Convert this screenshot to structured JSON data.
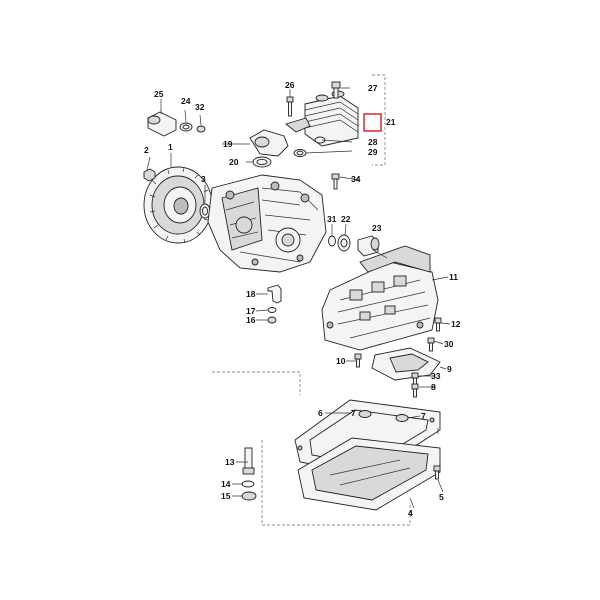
{
  "diagram": {
    "highlight_color": "#e0161e",
    "callouts": {
      "c1": "1",
      "c2": "2",
      "c3": "3",
      "c4": "4",
      "c5": "5",
      "c6": "6",
      "c7a": "7",
      "c7b": "7",
      "c8": "8",
      "c9": "9",
      "c10": "10",
      "c11": "11",
      "c12": "12",
      "c13": "13",
      "c14": "14",
      "c15": "15",
      "c16": "16",
      "c17": "17",
      "c18": "18",
      "c19": "19",
      "c20": "20",
      "c21": "21",
      "c22": "22",
      "c23": "23",
      "c24": "24",
      "c25": "25",
      "c26": "26",
      "c27": "27",
      "c28": "28",
      "c29": "29",
      "c30": "30",
      "c31": "31",
      "c32": "32",
      "c33": "33",
      "c34": "34"
    }
  }
}
